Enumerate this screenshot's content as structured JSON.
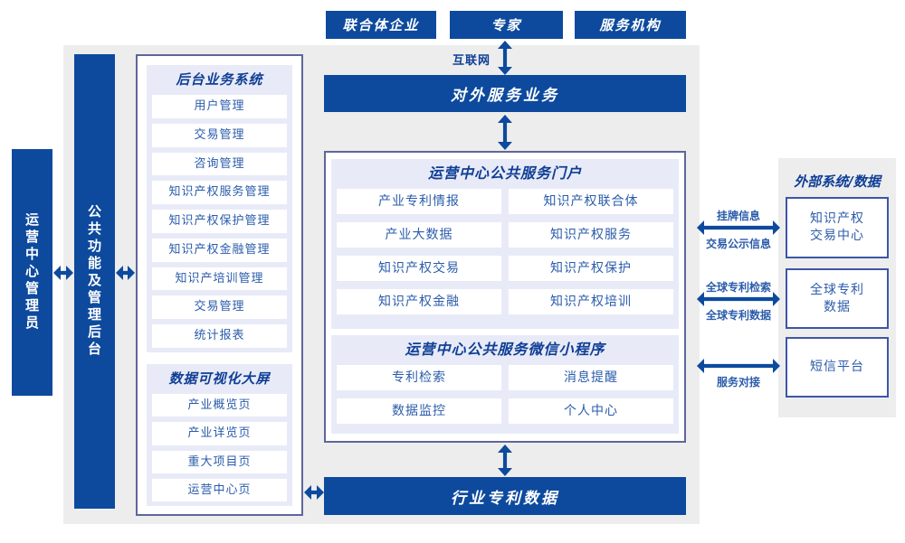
{
  "colors": {
    "primary": "#0d4a9e",
    "panel_bg": "#ededed",
    "section_bg": "#e8ebf7",
    "container_border": "#5f669c",
    "box_border": "#3d56a6",
    "text_blue": "#2b5cab",
    "header_blue": "#0f3e96"
  },
  "top_actors": [
    "联合体企业",
    "专家",
    "服务机构"
  ],
  "internet_label": "互联网",
  "bars": {
    "external_service": "对外服务业务",
    "industry_patent_data": "行业专利数据"
  },
  "left_columns": {
    "operator_admin": "运营中心管理员",
    "public_backend": "公共功能及管理后台"
  },
  "backend_panel": {
    "sections": [
      {
        "title": "后台业务系统",
        "items": [
          "用户管理",
          "交易管理",
          "咨询管理",
          "知识产权服务管理",
          "知识产权保护管理",
          "知识产权金融管理",
          "知识产培训管理",
          "交易管理",
          "统计报表"
        ]
      },
      {
        "title": "数据可视化大屏",
        "items": [
          "产业概览页",
          "产业详览页",
          "重大项目页",
          "运营中心页"
        ]
      }
    ]
  },
  "center_panel": {
    "portal": {
      "title": "运营中心公共服务门户",
      "items": [
        "产业专利情报",
        "知识产权联合体",
        "产业大数据",
        "知识产权服务",
        "知识产权交易",
        "知识产权保护",
        "知识产权金融",
        "知识产权培训"
      ]
    },
    "miniprogram": {
      "title": "运营中心公共服务微信小程序",
      "items": [
        "专利检索",
        "消息提醒",
        "数据监控",
        "个人中心"
      ]
    }
  },
  "external_panel": {
    "title": "外部系统/数据",
    "systems": [
      "知识产权交易中心",
      "全球专利数据",
      "短信平台"
    ]
  },
  "link_labels": {
    "listing_info": "挂牌信息",
    "trade_publicity": "交易公示信息",
    "global_patent_search": "全球专利检索",
    "global_patent_data": "全球专利数据",
    "service_connection": "服务对接"
  }
}
